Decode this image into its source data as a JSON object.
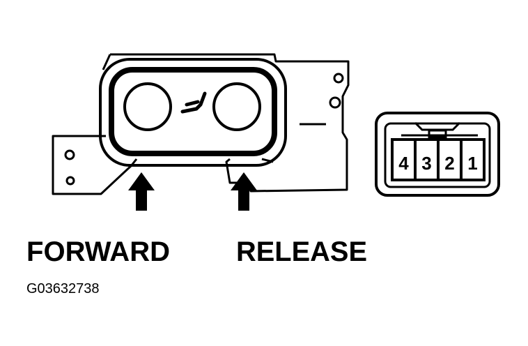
{
  "labels": {
    "forward": "FORWARD",
    "release": "RELEASE",
    "figure_id": "G03632738"
  },
  "connector": {
    "pins": [
      "4",
      "3",
      "2",
      "1"
    ]
  },
  "colors": {
    "ink": "#000000",
    "paper": "#ffffff"
  }
}
